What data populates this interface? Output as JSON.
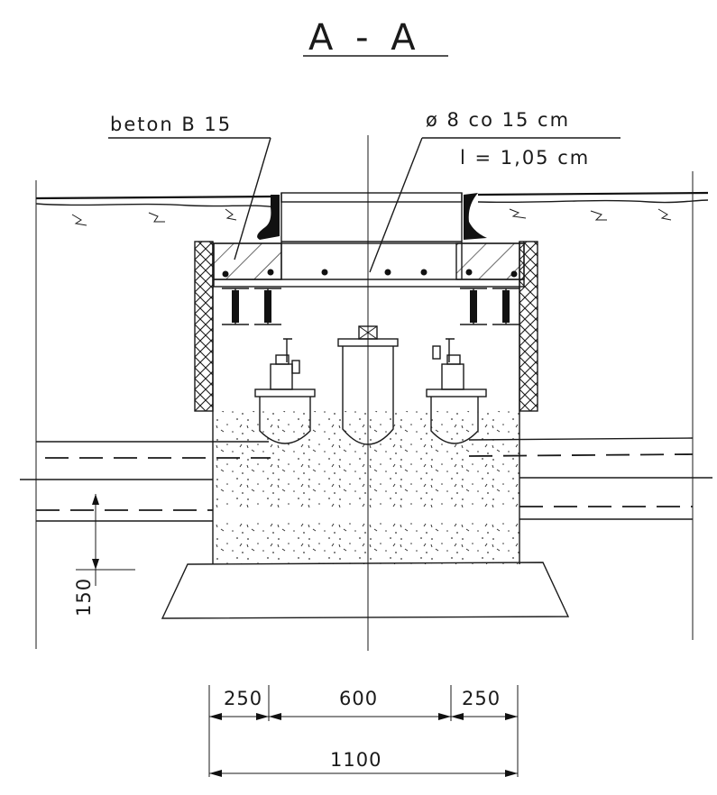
{
  "title": "A - A",
  "labels": {
    "concrete_note": "beton B 15",
    "rebar_note_1": "ø 8 co 15 cm",
    "rebar_note_2": "l = 1,05 cm"
  },
  "dimensions": {
    "left": "250",
    "middle": "600",
    "right": "250",
    "total": "1100",
    "vertical": "150"
  }
}
